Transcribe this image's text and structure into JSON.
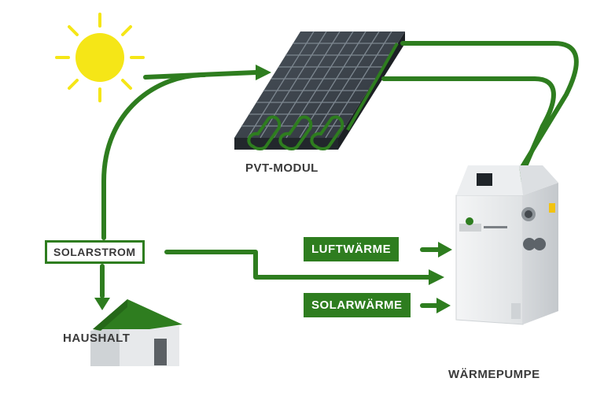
{
  "labels": {
    "pvt_modul": "PVT-MODUL",
    "solarstrom": "SOLARSTROM",
    "haushalt": "HAUSHALT",
    "luftwaerme": "LUFTWÄRME",
    "solarwaerme": "SOLARWÄRME",
    "waermepumpe": "WÄRMEPUMPE"
  },
  "colors": {
    "flow_green": "#2e7d1f",
    "sun_yellow": "#f5e617",
    "panel_dark": "#3b424a",
    "housing_white": "#eef0f1"
  },
  "icons": [
    "sun-icon",
    "pvt-panel",
    "house-icon",
    "heat-pump-unit"
  ]
}
